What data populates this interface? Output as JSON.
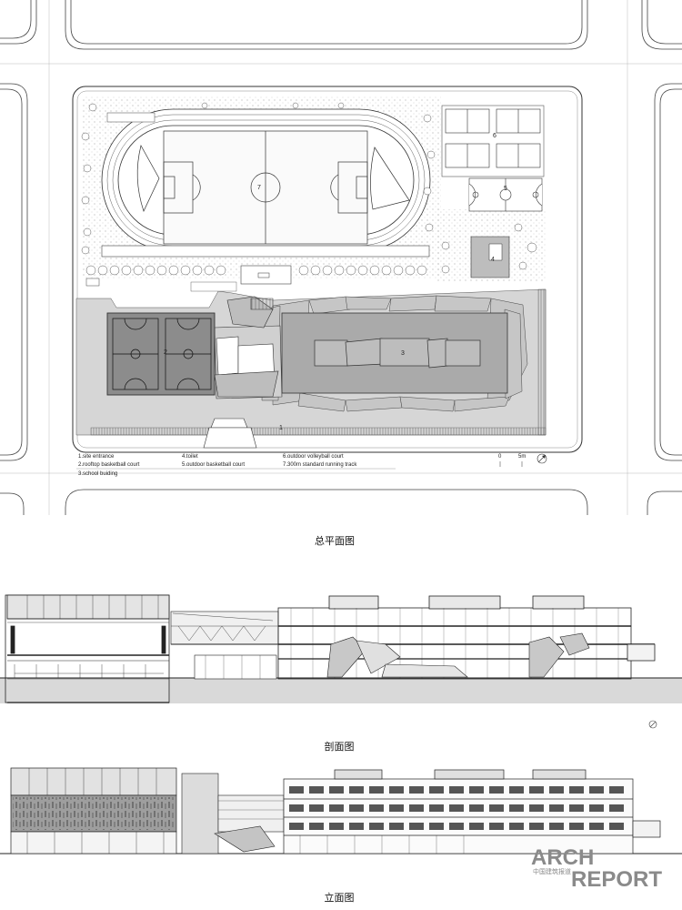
{
  "site_plan": {
    "caption": "总平面图",
    "legend": [
      "1.site entrance",
      "2.rooftop basketball court",
      "3.school buiding",
      "4.toilet",
      "5.outdoor basketball court",
      "6.outdoor volleyball court",
      "7.300m standard running track"
    ],
    "numbers": [
      "1",
      "2",
      "3",
      "4",
      "5",
      "6",
      "7"
    ],
    "scale": {
      "zero": "0",
      "len": "5m"
    }
  },
  "section": {
    "caption": "剖面图"
  },
  "elevation": {
    "caption": "立面图"
  },
  "watermark": {
    "line1": "ARCH",
    "line2": "REPORT",
    "sub": "中国建筑报道"
  }
}
